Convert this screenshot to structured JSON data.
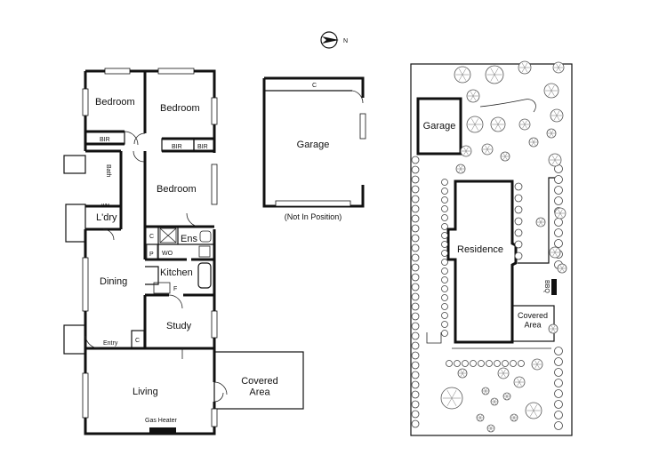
{
  "compass": {
    "north_label": "N"
  },
  "floor_plan": {
    "rooms": {
      "bedroom_1": "Bedroom",
      "bedroom_2": "Bedroom",
      "bedroom_3": "Bedroom",
      "bir_1": "BIR",
      "bir_2": "BIR",
      "bir_3": "BIR",
      "bath": "Bath",
      "wm": "WM",
      "laundry": "L'dry",
      "ensuite": "Ens",
      "cupboard_ens": "C",
      "pantry": "P",
      "wall_oven": "WO",
      "kitchen": "Kitchen",
      "fridge": "F",
      "dining": "Dining",
      "study": "Study",
      "cupboard_study": "C",
      "entry": "Entry",
      "living": "Living",
      "gas_heater": "Gas Heater",
      "covered_area": "Covered\nArea"
    }
  },
  "garage_plan": {
    "label": "Garage",
    "cupboard": "C",
    "note": "(Not In Position)"
  },
  "site_plan": {
    "garage": "Garage",
    "residence": "Residence",
    "bbq": "BBQ",
    "covered_area": "Covered\nArea"
  }
}
